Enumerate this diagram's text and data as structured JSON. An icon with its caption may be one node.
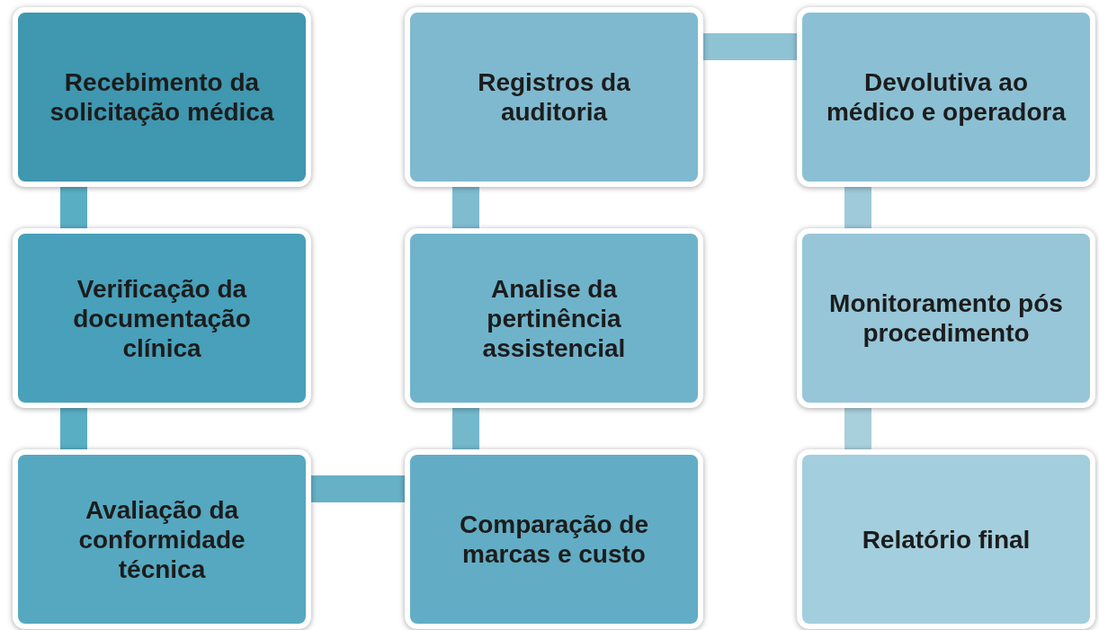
{
  "diagram": {
    "nodes": [
      {
        "text": [
          "Recebimento da solicitação médica"
        ]
      },
      {
        "text": [
          "Verificação da documentação clínica"
        ]
      },
      {
        "text": [
          "Avaliação da conformidade técnica"
        ]
      },
      {
        "text": [
          "Comparação de marcas e custo"
        ]
      },
      {
        "text": [
          "Analise da pertinência assistencial"
        ]
      },
      {
        "text": [
          "Registros da auditoria"
        ]
      },
      {
        "text": [
          "Devolutiva ao médico e operadora"
        ]
      },
      {
        "text": [
          "Monitoramento pós procedimento"
        ]
      },
      {
        "text": [
          "Relatório final"
        ]
      }
    ],
    "edges": [
      {
        "from": 0,
        "to": 1,
        "arrow": "none"
      },
      {
        "from": 1,
        "to": 2,
        "arrow": "none"
      },
      {
        "from": 2,
        "to": 3,
        "arrow": "none"
      },
      {
        "from": 3,
        "to": 4,
        "arrow": "none"
      },
      {
        "from": 4,
        "to": 5,
        "arrow": "none"
      },
      {
        "from": 5,
        "to": 6,
        "arrow": "none"
      },
      {
        "from": 6,
        "to": 7,
        "arrow": "none"
      },
      {
        "from": 7,
        "to": 8,
        "arrow": "none"
      }
    ]
  }
}
